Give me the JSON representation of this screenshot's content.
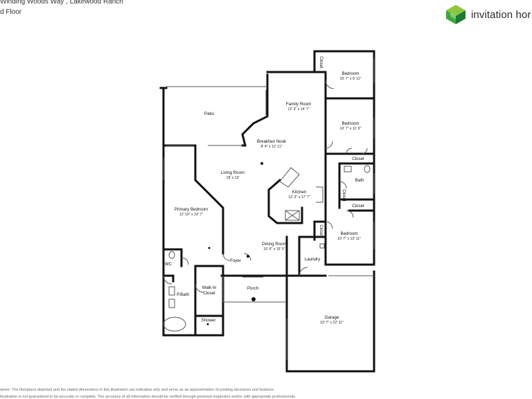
{
  "header": {
    "address": "Winding Woods Way , Lakewood Ranch",
    "floor": "d Floor"
  },
  "brand": {
    "name": "invitation hor",
    "icon": "green-cube-logo",
    "colors": {
      "light": "#8dc63f",
      "mid": "#3aa935",
      "dark": "#1e7a32"
    }
  },
  "rooms": {
    "patio": {
      "name": "Patio"
    },
    "family_room": {
      "name": "Family Room",
      "dims": "12' 3\" x 14' 7\""
    },
    "bedroom_top": {
      "name": "Bedroom",
      "dims": "10' 7\" x 9' 11\""
    },
    "closet_top": {
      "name": "Closet"
    },
    "bedroom_mid": {
      "name": "Bedroom",
      "dims": "10' 7\" x 11' 6\""
    },
    "breakfast_nook": {
      "name": "Breakfast Nook",
      "dims": "8' 4\" x 12' 11\""
    },
    "closet_mid": {
      "name": "Closet"
    },
    "living_room": {
      "name": "Living Room",
      "dims": "18' x 13'"
    },
    "bath": {
      "name": "Bath"
    },
    "kitchen": {
      "name": "Kitchen",
      "dims": "12' 3\" x 17' 7\""
    },
    "closet_small": {
      "name": "Closet"
    },
    "closet_lower": {
      "name": "Closet"
    },
    "primary_bedroom": {
      "name": "Primary Bedroom",
      "dims": "12' 10\" x 22' 7\""
    },
    "closet_vertical": {
      "name": "Closet"
    },
    "bedroom_low": {
      "name": "Bedroom",
      "dims": "10' 7\" x 13' 11\""
    },
    "dining_room": {
      "name": "Dining Room",
      "dims": "10' 6\" x 15' 5\""
    },
    "laundry": {
      "name": "Laundry"
    },
    "wc": {
      "name": "WC"
    },
    "foyer": {
      "name": "Foyer"
    },
    "walk_in_closet": {
      "name1": "Walk-In",
      "name2": "Closet"
    },
    "p_bath": {
      "name": "P.Bath"
    },
    "porch": {
      "name": "Porch"
    },
    "shower": {
      "name": "Shower"
    },
    "garage": {
      "name": "Garage",
      "dims": "19' 7\" x 22' 11\""
    }
  },
  "disclaimer": {
    "line1": "aimer: The floorplans depicted and the stated dimensions in this illustration are indicative only and serve as an approximation of existing structures and features.",
    "line2": "illustration is not guaranteed to be accurate or complete. The accuracy of all information should be verified through personal inspection and/or with appropriate professionals."
  }
}
